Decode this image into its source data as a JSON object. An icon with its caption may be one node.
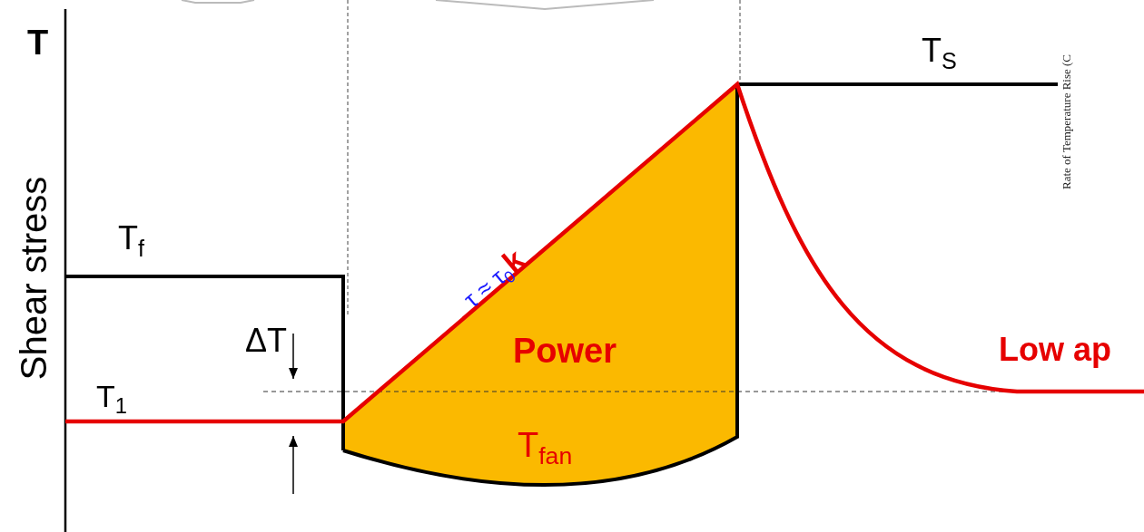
{
  "diagram": {
    "labels": [
      "T",
      "Shear stress",
      "T$_{f}$",
      "T$_{S}$",
      "τ ≈ τ$_{0}$**k**",
      "ΔT",
      "Power",
      "T$_{1}$",
      "Low ap",
      "T$_{fan}$",
      "Rate of Temperature Rise (C"
    ]
  }
}
